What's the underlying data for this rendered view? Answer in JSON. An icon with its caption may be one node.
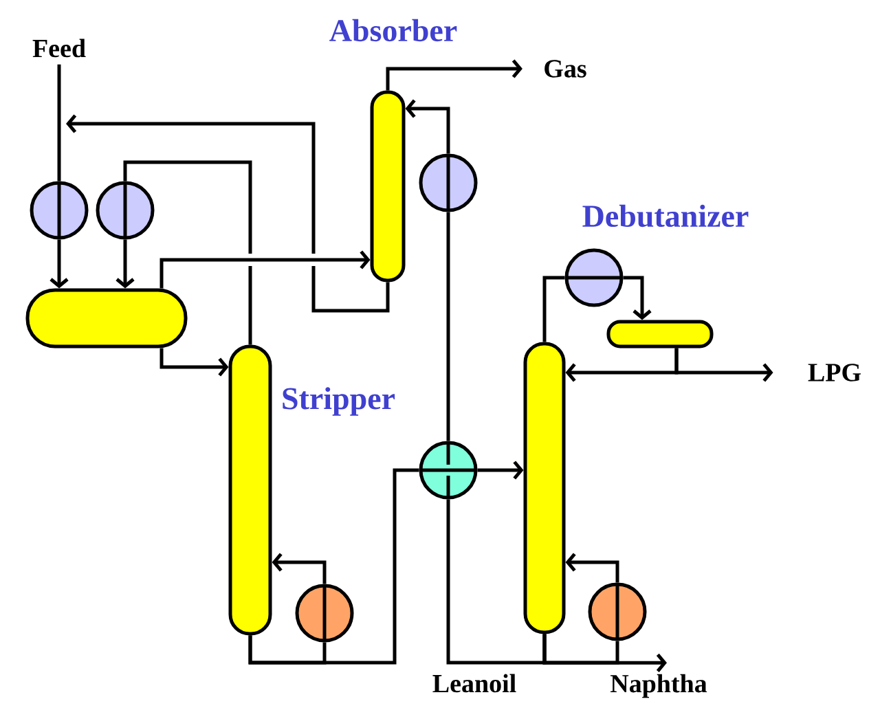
{
  "diagram": {
    "nodes": [
      {
        "text": [
          "Feed"
        ]
      },
      {
        "text": [],
        "shape": "circle"
      },
      {
        "text": [],
        "shape": "circle"
      },
      {
        "text": [],
        "shape": "cylinder"
      },
      {
        "text": [],
        "shape": "cylinder",
        "beside": [
          "Absorber"
        ]
      },
      {
        "text": [
          "Gas"
        ]
      },
      {
        "text": [],
        "shape": "circle"
      },
      {
        "text": [],
        "shape": "cylinder",
        "beside": [
          "Stripper"
        ]
      },
      {
        "text": [],
        "shape": "circle"
      },
      {
        "text": [],
        "shape": "circle"
      },
      {
        "text": [],
        "shape": "cylinder"
      },
      {
        "text": [],
        "shape": "circle"
      },
      {
        "text": [],
        "shape": "cylinder"
      },
      {
        "text": [
          "LPG"
        ]
      },
      {
        "text": [],
        "shape": "circle"
      },
      {
        "text": [
          "Naphtha"
        ]
      }
    ],
    "edges": [
      {
        "from": 0,
        "to": 1,
        "arrow": "none"
      },
      {
        "from": 1,
        "to": 3,
        "arrow": "to"
      },
      {
        "from": 4,
        "to": null,
        "arrow": "to"
      },
      {
        "from": 3,
        "to": 7,
        "arrow": "to"
      },
      {
        "from": 7,
        "to": 2,
        "arrow": "none"
      },
      {
        "from": 2,
        "to": 3,
        "arrow": "to"
      },
      {
        "from": 3,
        "to": 4,
        "arrow": "to"
      },
      {
        "from": 4,
        "to": 5,
        "arrow": "to"
      },
      {
        "from": 6,
        "to": 4,
        "arrow": "to"
      },
      {
        "from": 9,
        "to": 6,
        "arrow": "none"
      },
      {
        "from": 7,
        "to": 8,
        "arrow": "none"
      },
      {
        "from": 8,
        "to": 7,
        "arrow": "to"
      },
      {
        "from": 7,
        "to": 9,
        "arrow": "none"
      },
      {
        "from": 9,
        "to": 10,
        "arrow": "to"
      },
      {
        "from": 10,
        "to": 11,
        "arrow": "none"
      },
      {
        "from": 11,
        "to": 12,
        "arrow": "to"
      },
      {
        "from": 12,
        "to": 10,
        "arrow": "to"
      },
      {
        "from": 12,
        "to": 13,
        "arrow": "to"
      },
      {
        "from": 10,
        "to": 14,
        "arrow": "none"
      },
      {
        "from": 14,
        "to": 10,
        "arrow": "to"
      },
      {
        "from": 10,
        "to": 15,
        "arrow": "to"
      },
      {
        "from": 10,
        "to": 9,
        "arrow": "none",
        "label": "Leanoil"
      }
    ],
    "labels": [
      "Debutanizer"
    ]
  }
}
